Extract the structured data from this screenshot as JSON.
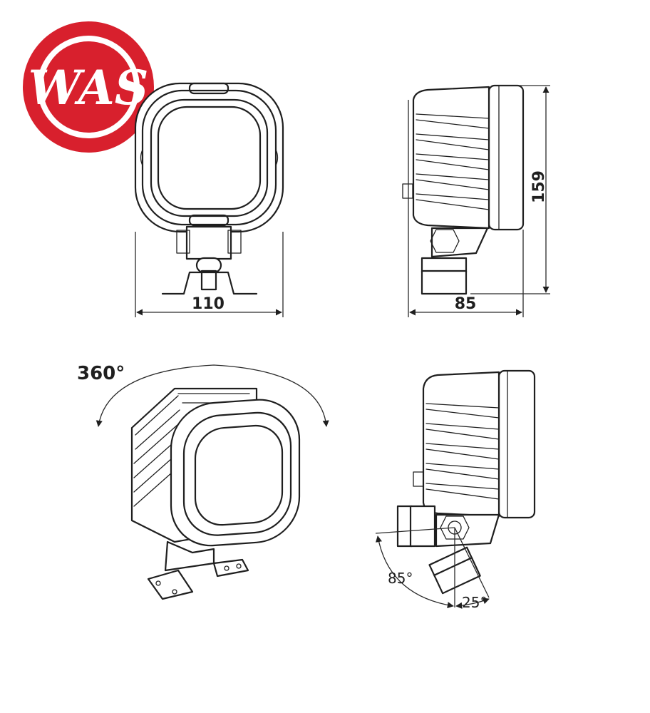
{
  "logo": {
    "name": "WAS",
    "ring_color": "#d8202d",
    "text_color": "#ffffff"
  },
  "dimensions": {
    "width": "110",
    "depth": "85",
    "height": "159"
  },
  "rotation": {
    "label": "360°"
  },
  "tilt": {
    "range_label": "85°",
    "fine_label": "25°"
  },
  "colors": {
    "line": "#1f1f1f",
    "brand_red": "#d8202d"
  }
}
